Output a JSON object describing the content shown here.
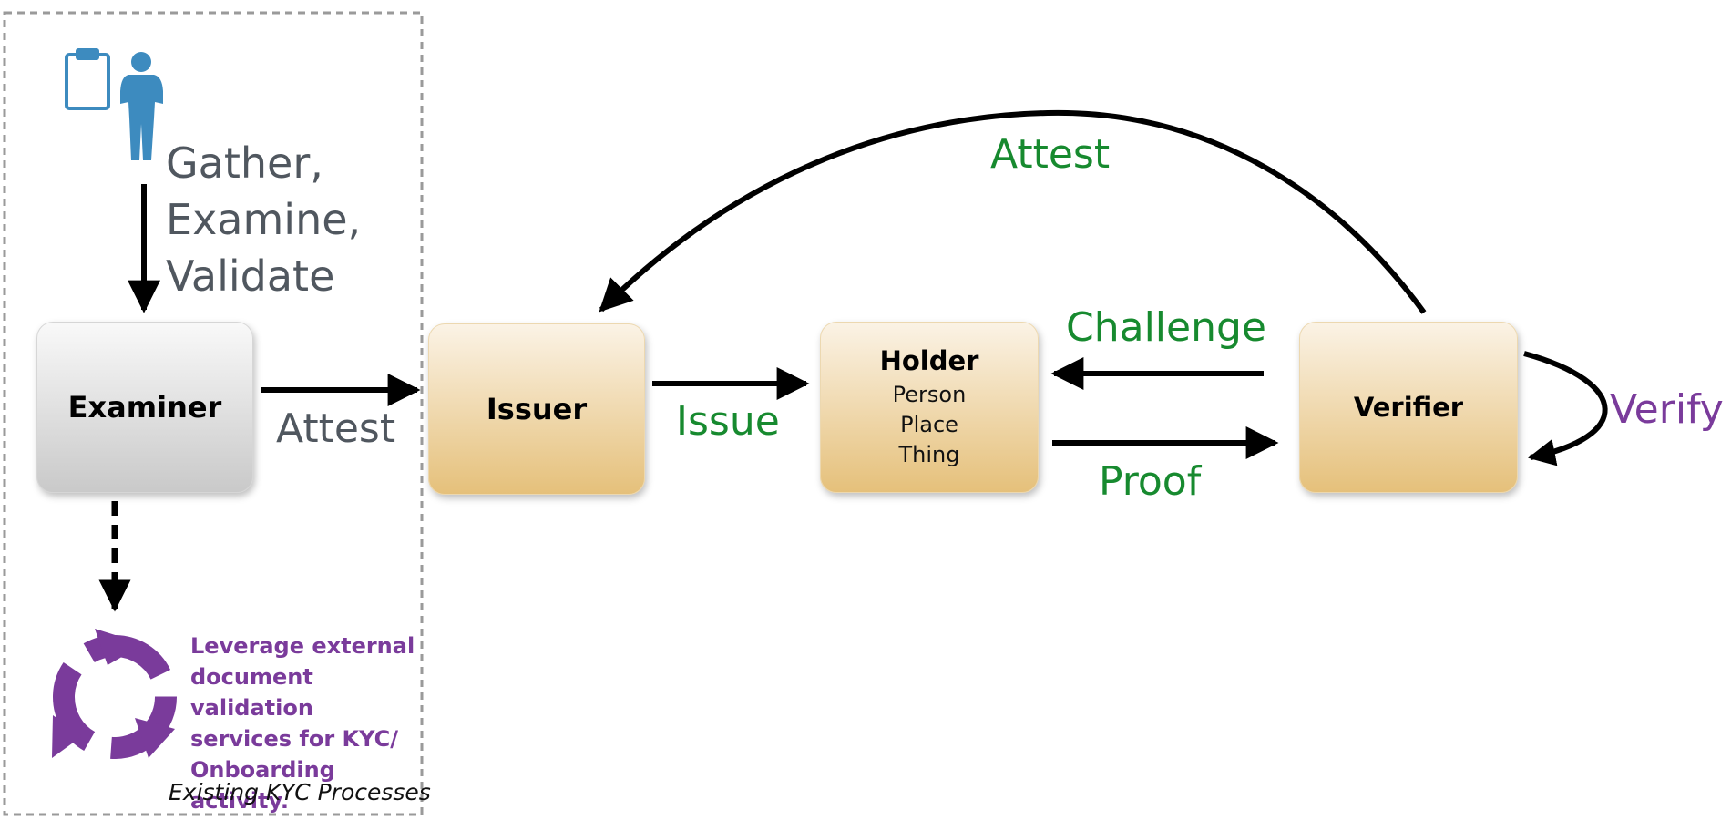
{
  "region": {
    "caption": "Existing KYC Processes"
  },
  "steps": {
    "line1": "Gather,",
    "line2": "Examine,",
    "line3": "Validate"
  },
  "nodes": {
    "examiner": "Examiner",
    "issuer": "Issuer",
    "holder": {
      "title": "Holder",
      "items": [
        "Person",
        "Place",
        "Thing"
      ]
    },
    "verifier": "Verifier"
  },
  "edges": {
    "examiner_to_issuer": "Attest",
    "issuer_to_holder": "Issue",
    "verifier_to_holder": "Challenge",
    "holder_to_verifier": "Proof",
    "verifier_to_issuer": "Attest",
    "verifier_self": "Verify"
  },
  "note": "Leverage external document validation services for KYC/ Onboarding activity.",
  "colors": {
    "green": "#178a2f",
    "gray_text": "#50575f",
    "purple": "#7a3b9b",
    "icon_blue": "#3d8bbf"
  },
  "icons": [
    "clipboard-icon",
    "person-icon",
    "refresh-cycle-icon"
  ]
}
